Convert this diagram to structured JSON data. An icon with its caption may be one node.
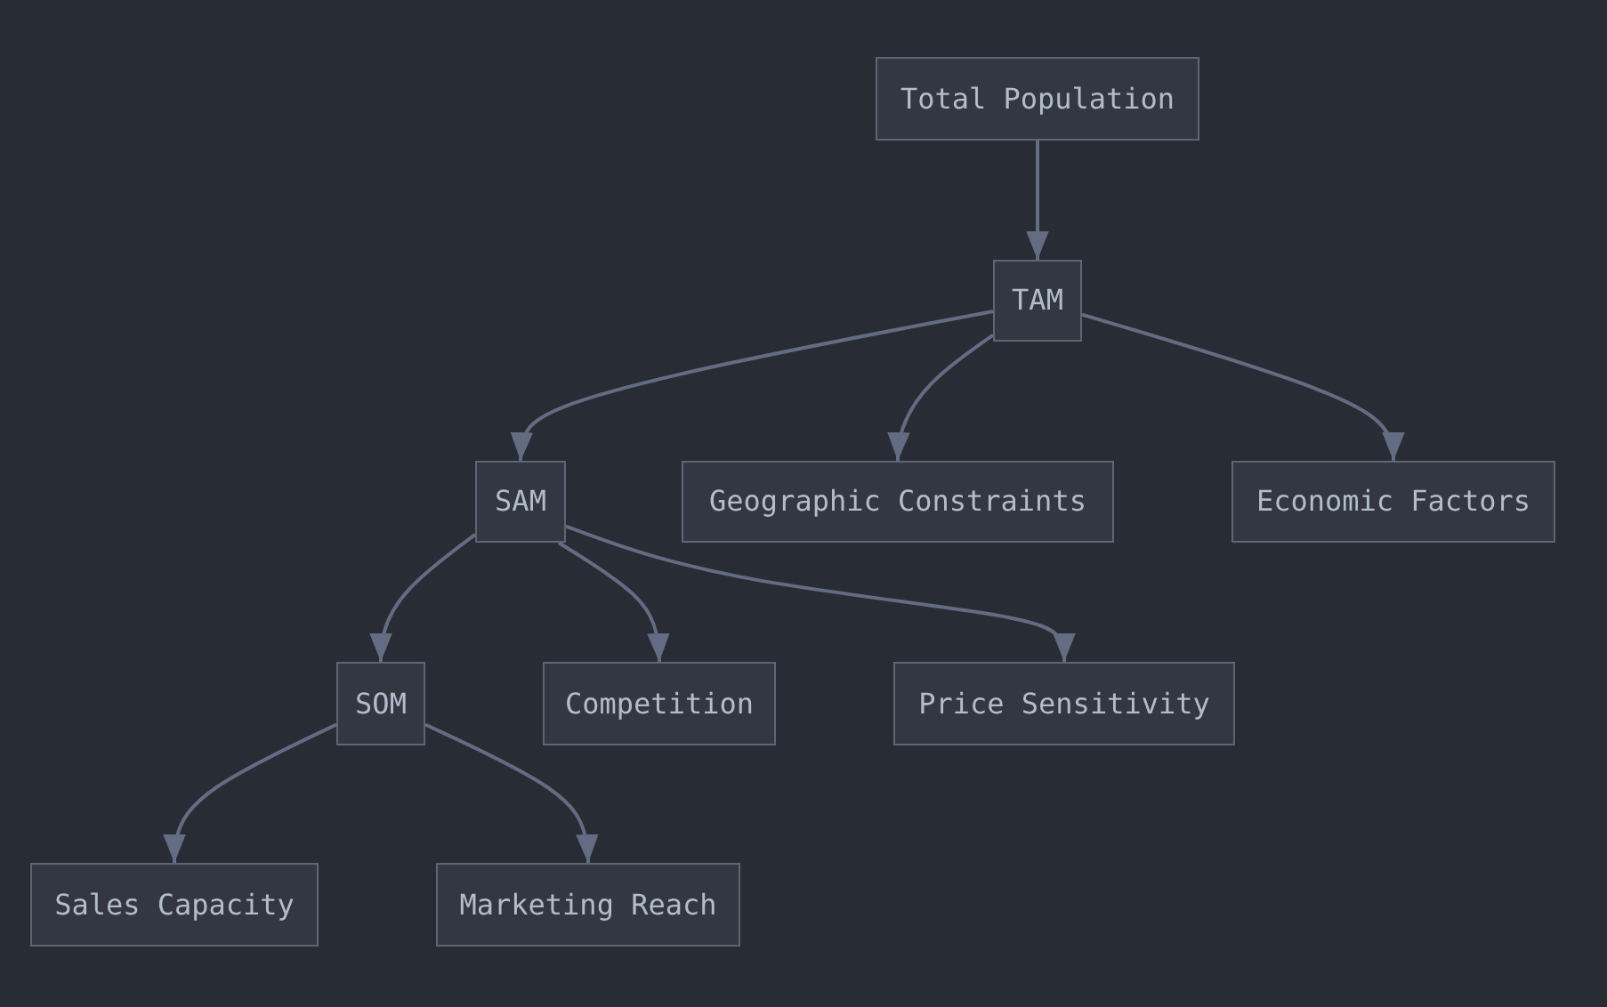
{
  "diagram": {
    "nodes": [
      {
        "text": [
          "Total Population"
        ]
      },
      {
        "text": [
          "TAM"
        ]
      },
      {
        "text": [
          "SAM"
        ]
      },
      {
        "text": [
          "Geographic Constraints"
        ]
      },
      {
        "text": [
          "Economic Factors"
        ]
      },
      {
        "text": [
          "SOM"
        ]
      },
      {
        "text": [
          "Competition"
        ]
      },
      {
        "text": [
          "Price Sensitivity"
        ]
      },
      {
        "text": [
          "Sales Capacity"
        ]
      },
      {
        "text": [
          "Marketing Reach"
        ]
      }
    ],
    "edges": [
      {
        "from": 0,
        "to": 1,
        "arrow": "to"
      },
      {
        "from": 1,
        "to": 2,
        "arrow": "to"
      },
      {
        "from": 1,
        "to": 3,
        "arrow": "to"
      },
      {
        "from": 1,
        "to": 4,
        "arrow": "to"
      },
      {
        "from": 2,
        "to": 5,
        "arrow": "to"
      },
      {
        "from": 2,
        "to": 6,
        "arrow": "to"
      },
      {
        "from": 2,
        "to": 7,
        "arrow": "to"
      },
      {
        "from": 5,
        "to": 8,
        "arrow": "to"
      },
      {
        "from": 5,
        "to": 9,
        "arrow": "to"
      }
    ]
  }
}
